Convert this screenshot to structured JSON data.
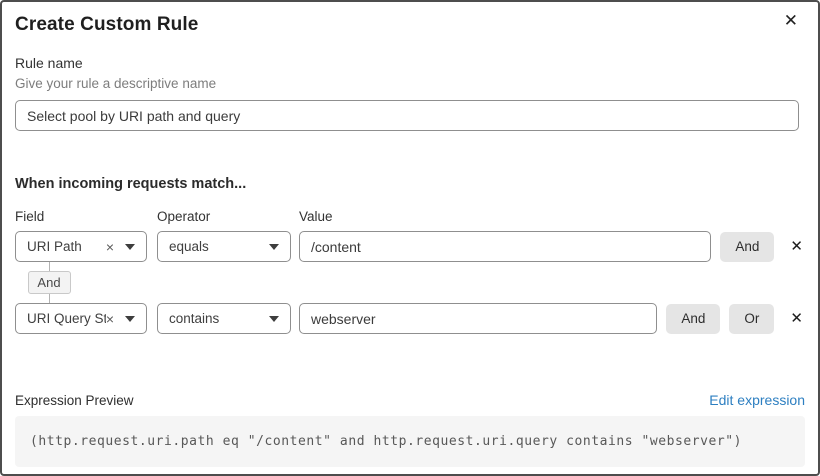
{
  "dialog": {
    "title": "Create Custom Rule",
    "close_glyph": "✕"
  },
  "rule_name": {
    "label": "Rule name",
    "helper": "Give your rule a descriptive name",
    "value": "Select pool by URI path and query"
  },
  "matcher": {
    "heading": "When incoming requests match...",
    "columns": {
      "field": "Field",
      "operator": "Operator",
      "value": "Value"
    },
    "rows": [
      {
        "field": "URI Path",
        "clear_glyph": "×",
        "operator": "equals",
        "value": "/content",
        "and_label": "And",
        "delete_glyph": "✕"
      },
      {
        "field": "URI Query St...",
        "clear_glyph": "×",
        "operator": "contains",
        "value": "webserver",
        "and_label": "And",
        "or_label": "Or",
        "delete_glyph": "✕"
      }
    ],
    "connector_label": "And"
  },
  "expression": {
    "label": "Expression Preview",
    "edit_link": "Edit expression",
    "code": "(http.request.uri.path eq \"/content\" and http.request.uri.query contains \"webserver\")"
  },
  "colors": {
    "link_blue": "#2d7fc1",
    "button_gray": "#e5e5e5",
    "code_background": "#f5f5f5",
    "border_gray": "#8f8f8f"
  }
}
